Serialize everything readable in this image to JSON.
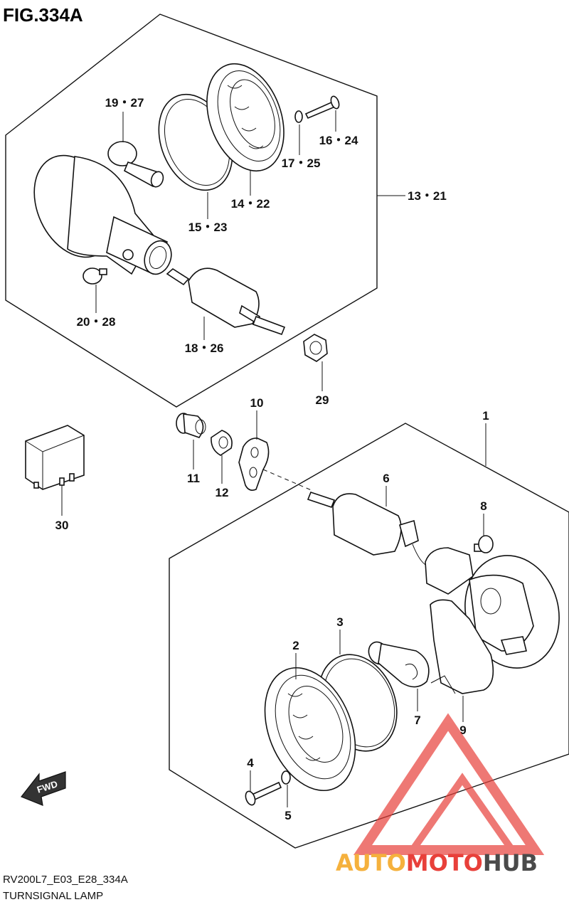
{
  "figure_title": "FIG.334A",
  "footer": {
    "code": "RV200L7_E03_E28_334A",
    "name": "TURNSIGNAL LAMP"
  },
  "fwd_label": "FWD",
  "watermark": {
    "word1": "AUTO",
    "word2": "MOTO",
    "word3": "HUB",
    "colors": {
      "auto": "#f5b13d",
      "moto": "#e8403a",
      "hub": "#4a4a4a",
      "triangle": "#e8403a"
    }
  },
  "callouts": {
    "c1": "1",
    "c2": "2",
    "c3": "3",
    "c4": "4",
    "c5": "5",
    "c6": "6",
    "c7": "7",
    "c8": "8",
    "c9": "9",
    "c10": "10",
    "c11": "11",
    "c12": "12",
    "c13_21": "13・21",
    "c14_22": "14・22",
    "c15_23": "15・23",
    "c16_24": "16・24",
    "c17_25": "17・25",
    "c18_26": "18・26",
    "c19_27": "19・27",
    "c20_28": "20・28",
    "c29": "29",
    "c30": "30"
  }
}
